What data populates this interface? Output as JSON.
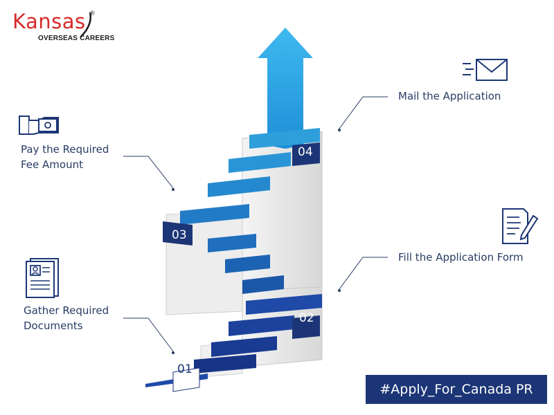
{
  "logo": {
    "wordmark": "Kansas",
    "tagline": "OVERSEAS CAREERS",
    "registered": "®"
  },
  "steps": [
    {
      "number": "01",
      "label_line1": "Gather Required",
      "label_line2": "Documents",
      "icon": "document-id-icon"
    },
    {
      "number": "02",
      "label_line1": "Fill the Application Form",
      "label_line2": "",
      "icon": "form-pen-icon"
    },
    {
      "number": "03",
      "label_line1": "Pay the Required",
      "label_line2": "Fee Amount",
      "icon": "hand-cash-icon"
    },
    {
      "number": "04",
      "label_line1": "Mail the Application",
      "label_line2": "",
      "icon": "mail-envelope-icon"
    }
  ],
  "hashtag": "#Apply_For_Canada PR",
  "colors": {
    "navy": "#1c3576",
    "stair_dark": "#1f4aa8",
    "stair_mid": "#1e77c9",
    "stair_light": "#33a6e0",
    "arrow": "#3fb8ef",
    "text": "#283c63",
    "logo_red": "#d62a2a"
  }
}
